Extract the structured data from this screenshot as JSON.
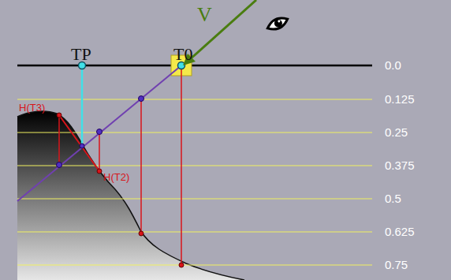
{
  "diagram": {
    "labels": [
      "V",
      "TP",
      "T0",
      "0.0",
      "0.125",
      "0.25",
      "0.375",
      "0.5",
      "0.625",
      "0.75",
      "H(T3)",
      "H(T2)"
    ]
  }
}
